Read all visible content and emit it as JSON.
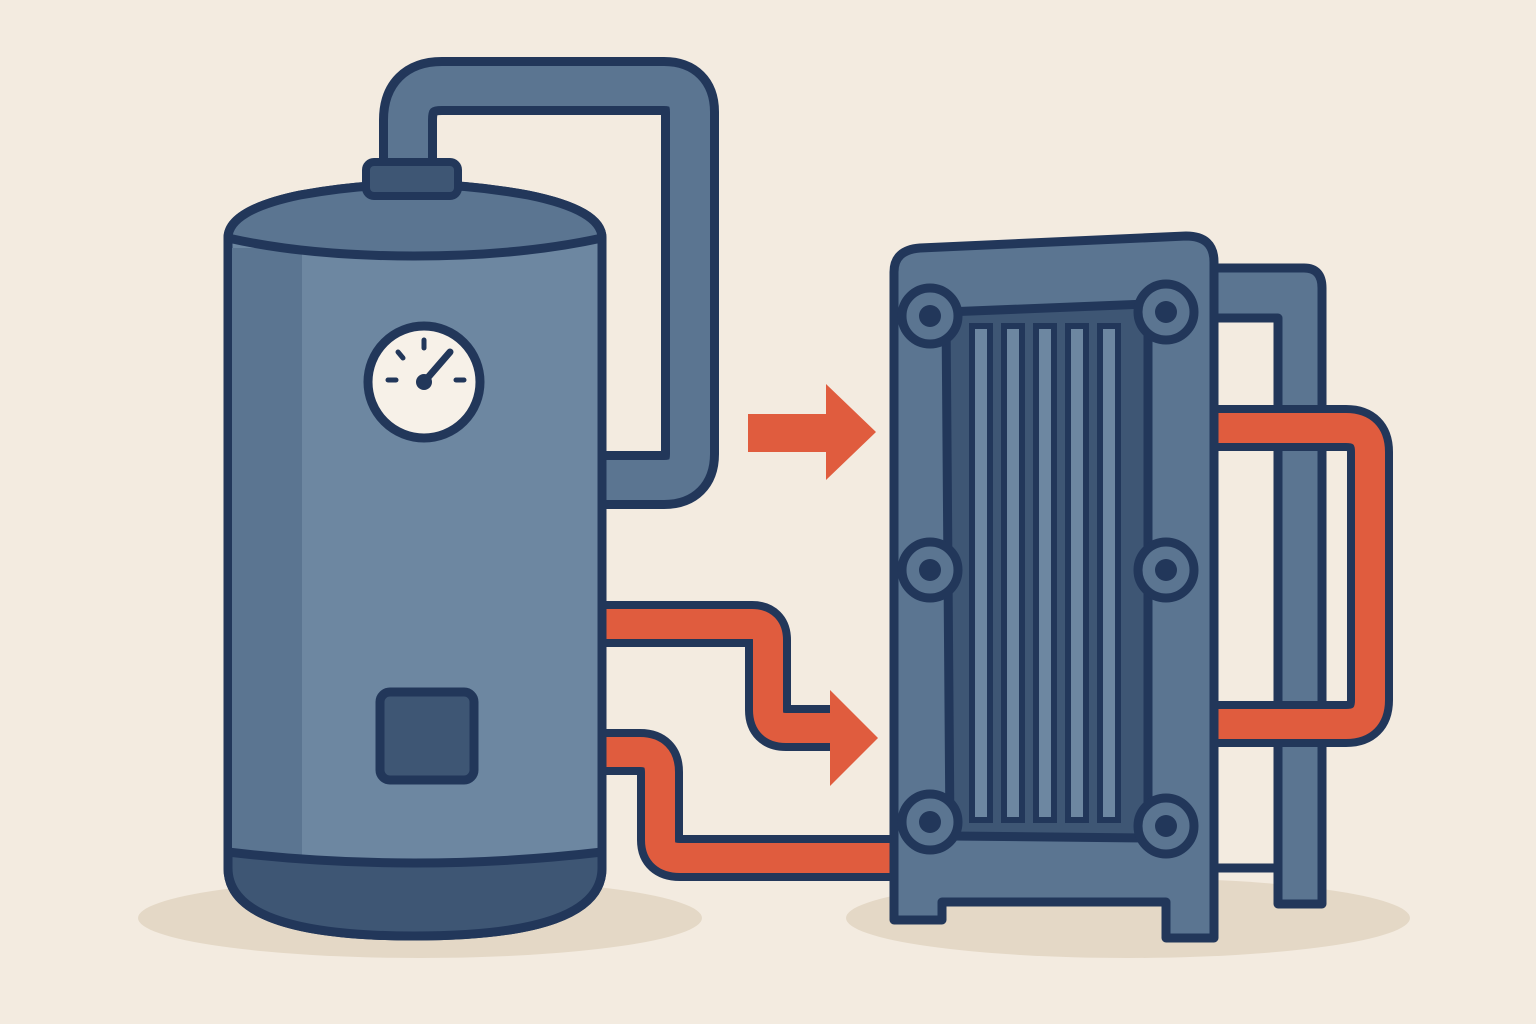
{
  "colors": {
    "background": "#f3ebe0",
    "shadow": "#e4d8c6",
    "outline": "#22375a",
    "steel": "#5b7591",
    "steel_light": "#6d87a1",
    "steel_dark": "#3e5674",
    "hot_line": "#e05c3e",
    "gauge_face": "#f7f1e8"
  },
  "icons": {
    "tank": "water-heater-tank-icon",
    "gauge": "pressure-gauge-icon",
    "exchanger": "plate-heat-exchanger-icon",
    "arrows": "flow-arrow-icon"
  },
  "components": {
    "tank": {
      "gauge_needle_angle_deg": 40
    },
    "exchanger": {
      "plate_count": 5,
      "bolt_count": 6
    }
  }
}
